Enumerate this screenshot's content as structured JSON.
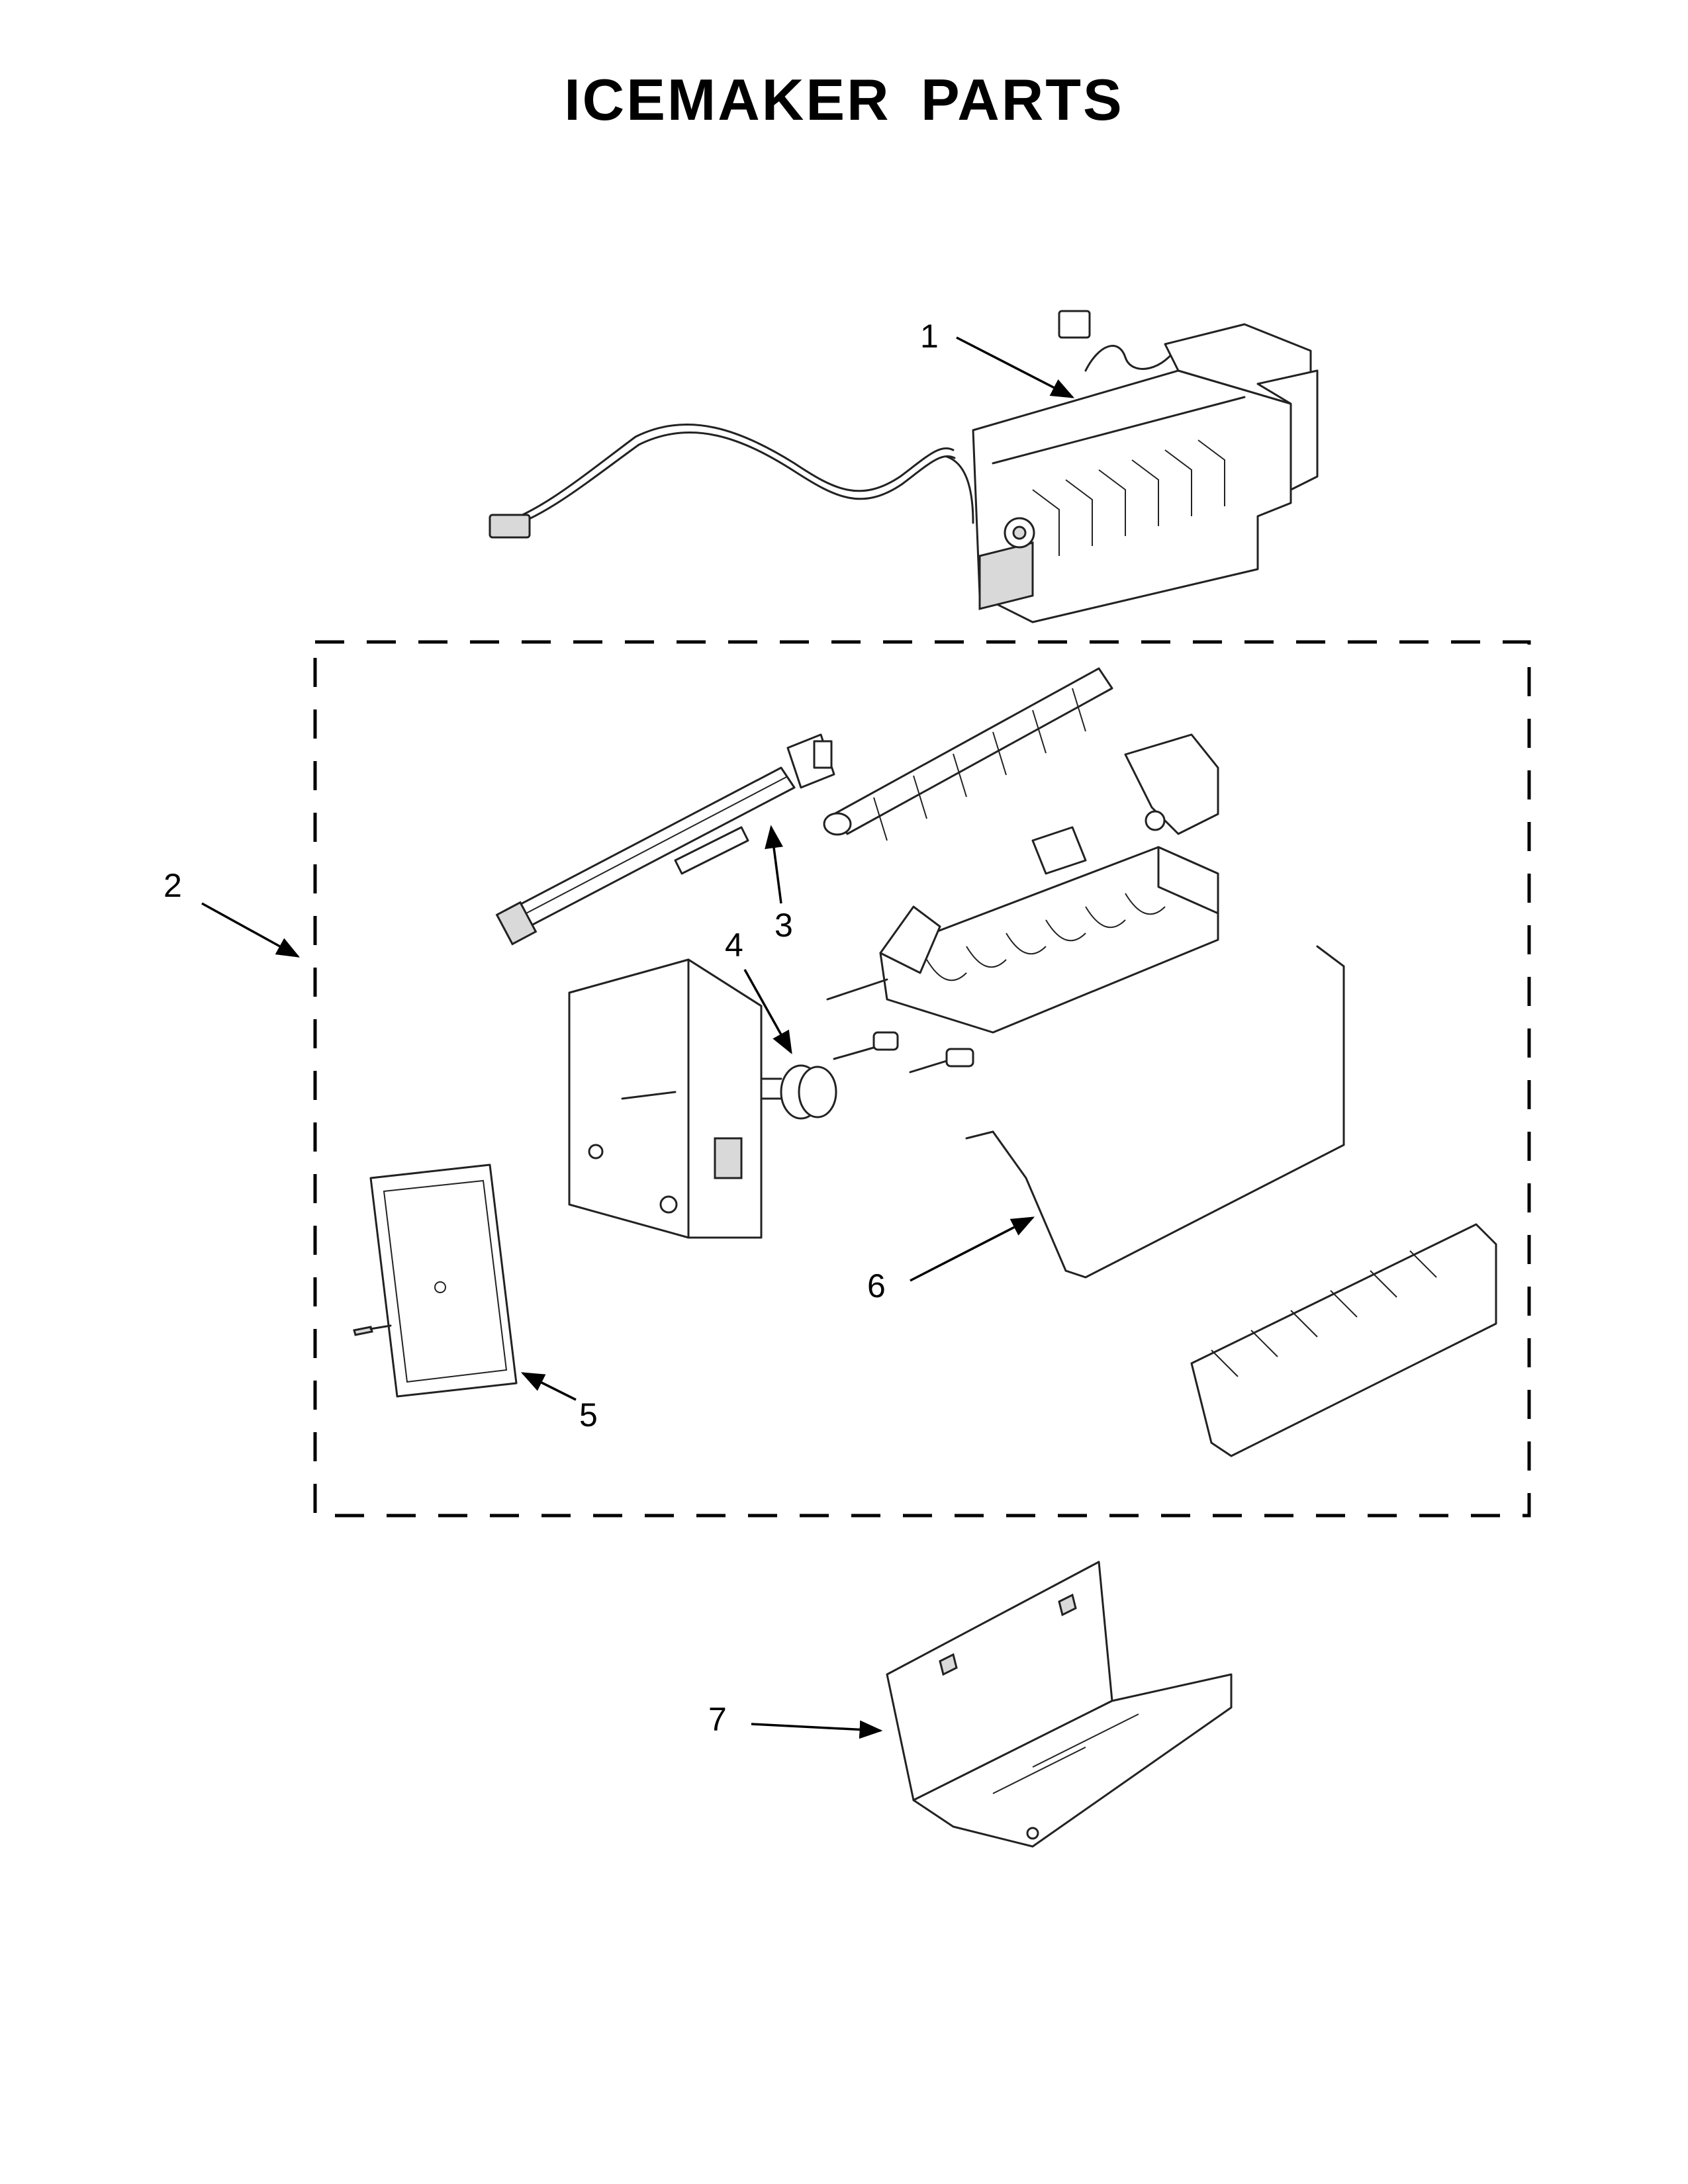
{
  "title": "ICEMAKER PARTS",
  "callouts": [
    {
      "id": "1",
      "label": "1"
    },
    {
      "id": "2",
      "label": "2"
    },
    {
      "id": "3",
      "label": "3"
    },
    {
      "id": "4",
      "label": "4"
    },
    {
      "id": "5",
      "label": "5"
    },
    {
      "id": "6",
      "label": "6"
    },
    {
      "id": "7",
      "label": "7"
    }
  ]
}
